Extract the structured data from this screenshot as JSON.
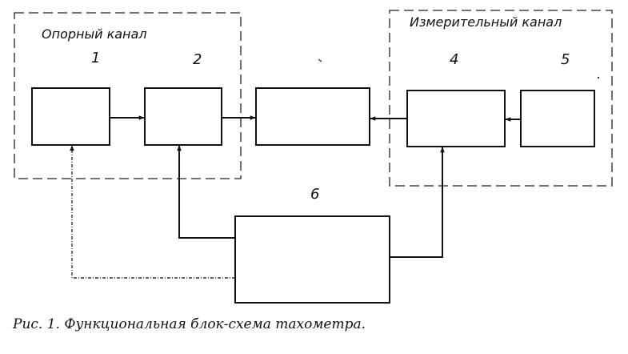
{
  "groups": {
    "reference": {
      "label": "Опорный канал"
    },
    "measuring": {
      "label": "Измерительный канал"
    }
  },
  "blocks": [
    {
      "id": "1",
      "label": "1"
    },
    {
      "id": "2",
      "label": "2"
    },
    {
      "id": "3",
      "label": ""
    },
    {
      "id": "4",
      "label": "4"
    },
    {
      "id": "5",
      "label": "5"
    },
    {
      "id": "6",
      "label": "6"
    }
  ],
  "connections": [
    {
      "from": "1",
      "to": "2"
    },
    {
      "from": "2",
      "to": "3"
    },
    {
      "from": "4",
      "to": "3"
    },
    {
      "from": "5",
      "to": "4"
    },
    {
      "from": "6",
      "to": "2"
    },
    {
      "from": "6",
      "to": "4"
    },
    {
      "from": "6",
      "to": "1",
      "style": "dashed"
    }
  ],
  "caption": "Рис. 1. Функциональная блок-схема тахометра."
}
